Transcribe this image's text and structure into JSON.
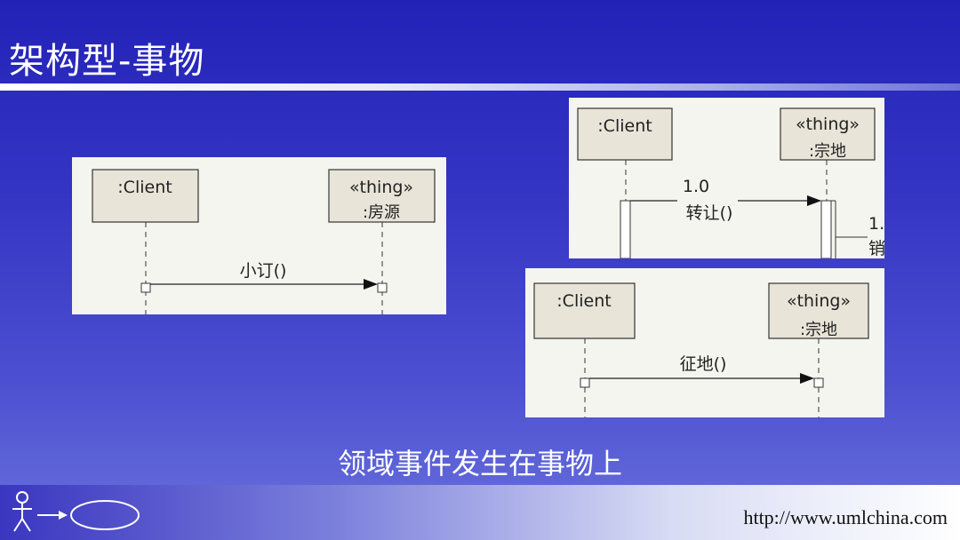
{
  "slide": {
    "title": "架构型-事物",
    "caption": "领域事件发生在事物上",
    "footer_url": "http://www.umlchina.com"
  },
  "diagrams": [
    {
      "client_label": ":Client",
      "thing_stereotype": "«thing»",
      "thing_name": ":房源",
      "message": "小订()"
    },
    {
      "client_label": ":Client",
      "thing_stereotype": "«thing»",
      "thing_name": ":宗地",
      "message_number": "1.0",
      "message": "转让()",
      "cut_number": "1.",
      "cut_text": "销"
    },
    {
      "client_label": ":Client",
      "thing_stereotype": "«thing»",
      "thing_name": ":宗地",
      "message": "征地()"
    }
  ],
  "colors": {
    "background_top": "#2222b8",
    "background_bottom": "#6a72dc",
    "panel": "#f5f5ef",
    "lifeline_box": "#e8e4d8"
  }
}
